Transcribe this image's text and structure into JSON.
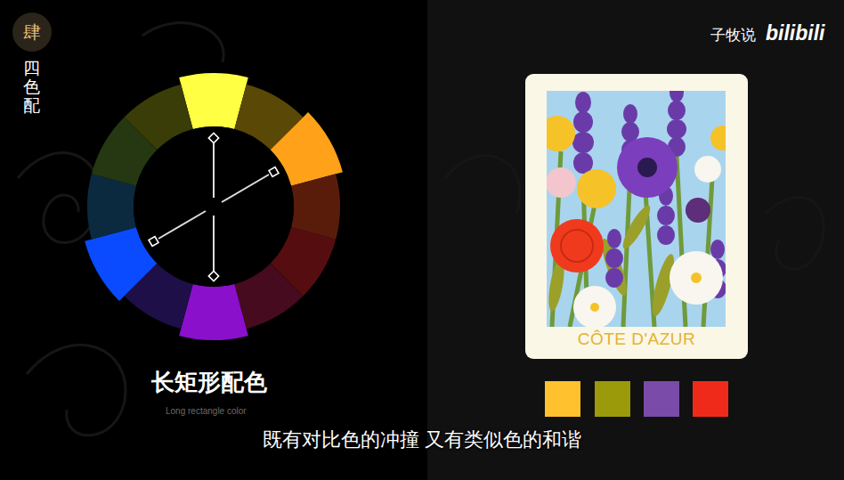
{
  "diagram": {
    "title": "长矩形配色",
    "caption": "既有对比色的冲撞 又有类似色的和谐",
    "nodes": [
      {
        "text": [
          "肆"
        ]
      },
      {
        "text": [
          "CÔTE D'AZUR"
        ]
      }
    ],
    "labels": [
      "四色配",
      "Long rectangle color",
      "子牧说",
      "bilibili"
    ]
  }
}
